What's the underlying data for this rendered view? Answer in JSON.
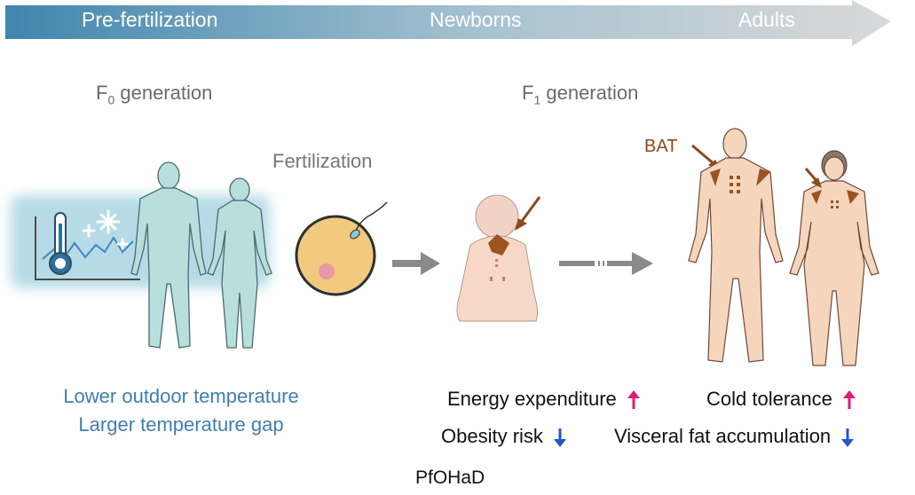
{
  "timeline": {
    "stages": [
      "Pre-fertilization",
      "Newborns",
      "Adults"
    ]
  },
  "generations": {
    "f0": {
      "letter": "F",
      "sub": "0",
      "rest": " generation"
    },
    "f1": {
      "letter": "F",
      "sub": "1",
      "rest": " generation"
    }
  },
  "labels": {
    "fertilization": "Fertilization",
    "bat": "BAT"
  },
  "conditions": {
    "line1": "Lower outdoor temperature",
    "line2": "Larger temperature gap"
  },
  "effects": [
    {
      "text": "Energy expenditure",
      "direction": "up"
    },
    {
      "text": "Cold tolerance",
      "direction": "up"
    },
    {
      "text": "Obesity risk",
      "direction": "down"
    },
    {
      "text": "Visceral fat accumulation",
      "direction": "down"
    }
  ],
  "caption": "PfOHaD",
  "colors": {
    "timeline_start": "#3f86ad",
    "timeline_end": "#d7d7d7",
    "up_arrow": "#e0197a",
    "down_arrow": "#2256c9",
    "bat_brown": "#8a4a1c",
    "cold_blue": "#b6dbe6",
    "skin": "#f6cdb0"
  }
}
